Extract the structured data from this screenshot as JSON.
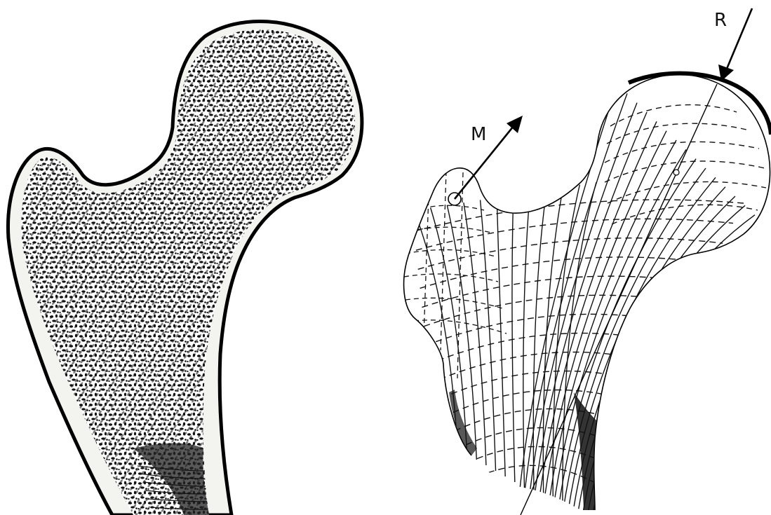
{
  "figure": {
    "left_panel": {
      "name": "femur-trabecular-section"
    },
    "right_panel": {
      "name": "femur-stress-trajectory-diagram",
      "labels": {
        "muscle_force": "M",
        "joint_reaction": "R"
      }
    },
    "colors": {
      "ink": "#111111",
      "paper": "#ffffff"
    }
  }
}
